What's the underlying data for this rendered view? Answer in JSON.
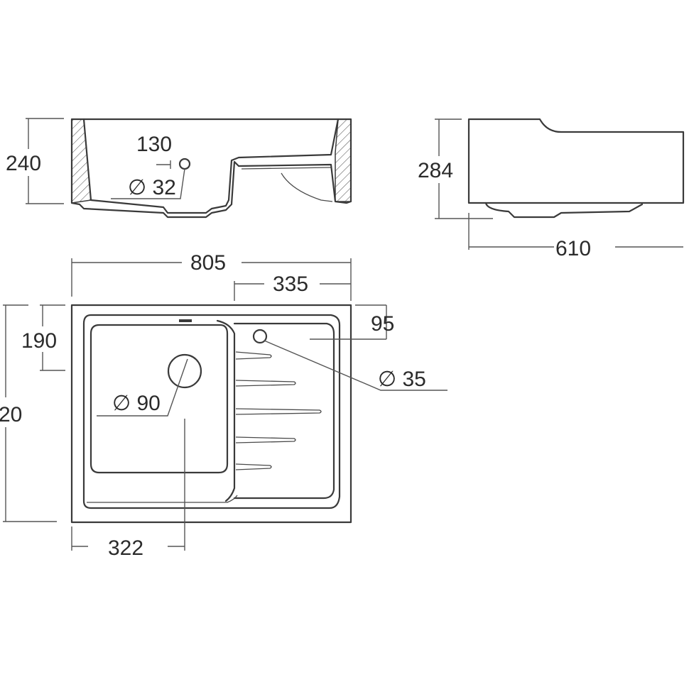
{
  "diagram": {
    "front_section": {
      "height_label": "240",
      "hole_offset_label": "130",
      "hole_diameter_label": "∅ 32"
    },
    "side_view": {
      "height_label": "284",
      "depth_label": "610"
    },
    "top_view": {
      "overall_width_label": "805",
      "drainboard_width_label": "335",
      "bowl_offset_label": "190",
      "overall_depth_label": "20",
      "tap_hole_offset_label": "95",
      "tap_hole_diameter_label": "∅ 35",
      "drain_diameter_label": "∅ 90",
      "drain_position_label": "322"
    }
  }
}
